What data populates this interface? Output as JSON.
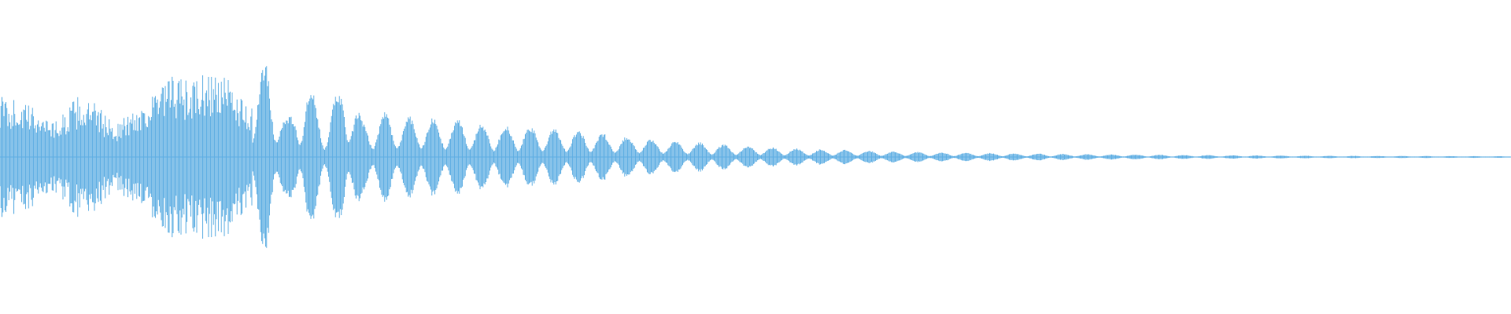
{
  "waveform": {
    "color": "#5dade2",
    "amplitude_envelope": [
      0.72,
      0.66,
      0.55,
      0.42,
      0.7,
      0.62,
      0.38,
      0.55,
      0.75,
      0.95,
      0.88,
      1.0,
      0.9,
      0.6,
      0.98,
      0.35,
      0.75,
      0.4,
      0.8,
      0.35,
      0.45,
      0.4,
      0.42,
      0.36,
      0.38,
      0.33,
      0.32,
      0.3,
      0.3,
      0.28,
      0.27,
      0.25,
      0.22,
      0.2,
      0.18,
      0.16,
      0.15,
      0.14,
      0.12,
      0.11,
      0.1,
      0.09,
      0.08,
      0.075,
      0.07,
      0.065,
      0.06,
      0.055,
      0.05,
      0.045,
      0.045,
      0.04,
      0.04,
      0.035,
      0.035,
      0.03,
      0.03,
      0.028,
      0.026,
      0.025,
      0.024,
      0.022,
      0.02,
      0.02,
      0.018,
      0.017,
      0.016,
      0.015,
      0.014,
      0.013,
      0.012,
      0.012,
      0.011,
      0.011,
      0.01,
      0.01,
      0.009,
      0.009,
      0.008,
      0.008
    ],
    "pulse_count": 52
  }
}
